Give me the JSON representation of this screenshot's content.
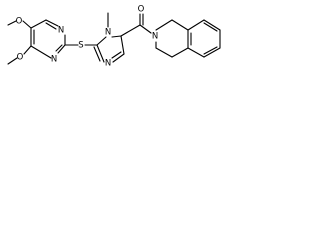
{
  "molecule": {
    "atoms": {
      "o_methoxy_top": "O",
      "o_methoxy_bottom": "O",
      "n_pyrimidine_top": "N",
      "n_pyrimidine_bottom": "N",
      "s_thioether": "S",
      "n_imidazole_methyl": "N",
      "n_imidazole_ring": "N",
      "o_carbonyl": "O",
      "n_isoquinoline": "N"
    }
  }
}
